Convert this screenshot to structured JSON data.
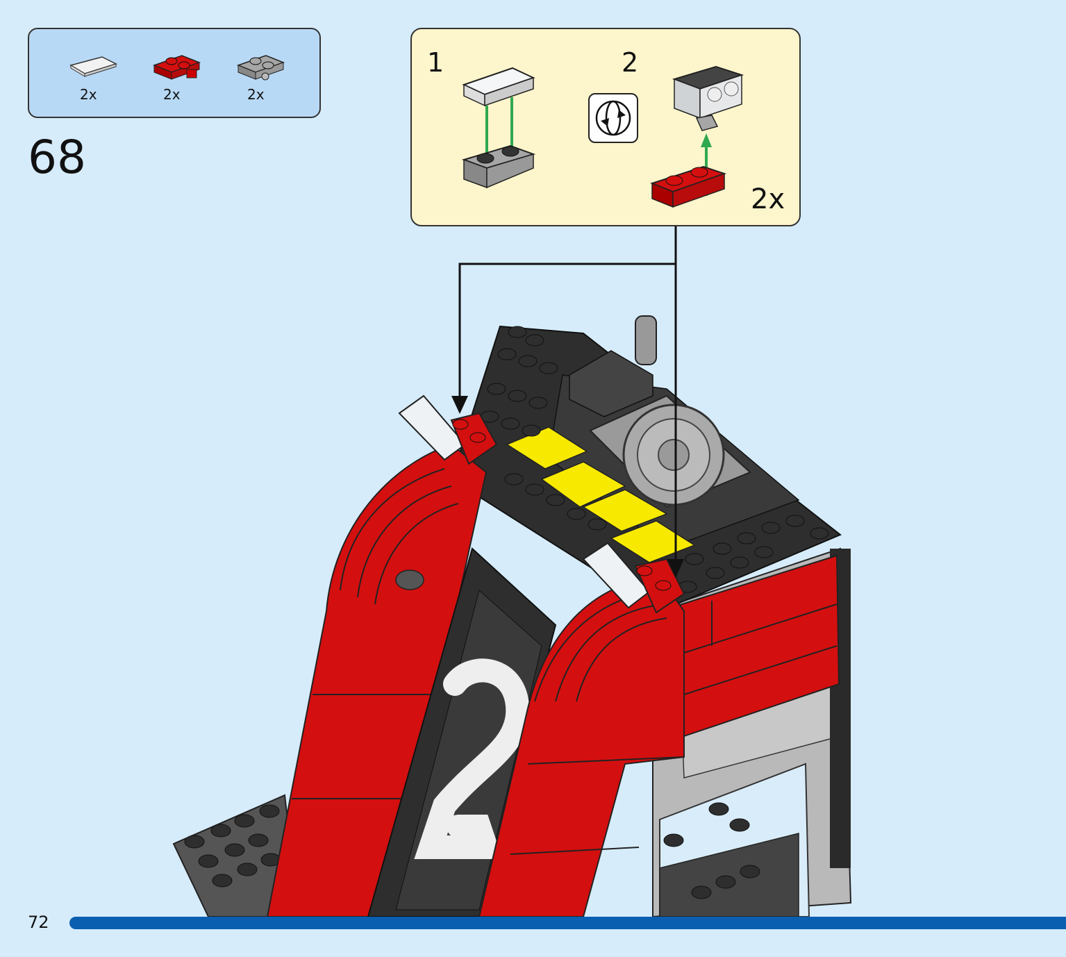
{
  "parts_list": {
    "items": [
      {
        "name": "white-tile-1x2",
        "quantity": "2x",
        "color": "#f2f2f2"
      },
      {
        "name": "red-plate-with-clip",
        "quantity": "2x",
        "color": "#d40f0f"
      },
      {
        "name": "grey-plate-with-clip",
        "quantity": "2x",
        "color": "#a6a6a6"
      }
    ]
  },
  "step": {
    "number": "68"
  },
  "sub_assembly": {
    "steps": [
      "1",
      "2"
    ],
    "multiplier": "2x",
    "icon": "rotate-model-icon"
  },
  "footer": {
    "page_number": "72",
    "progress": 1.0
  },
  "colors": {
    "background": "#d6ecfb",
    "parts_box": "#b8d9f5",
    "sub_box": "#fdf5cc",
    "brick_red": "#d40f0f",
    "brick_dark": "#2e2e2e",
    "brick_grey": "#a6a6a6",
    "brick_yellow": "#f7ea00",
    "progress_bar": "#0b5fb0",
    "arrow_green": "#2fa84f"
  }
}
